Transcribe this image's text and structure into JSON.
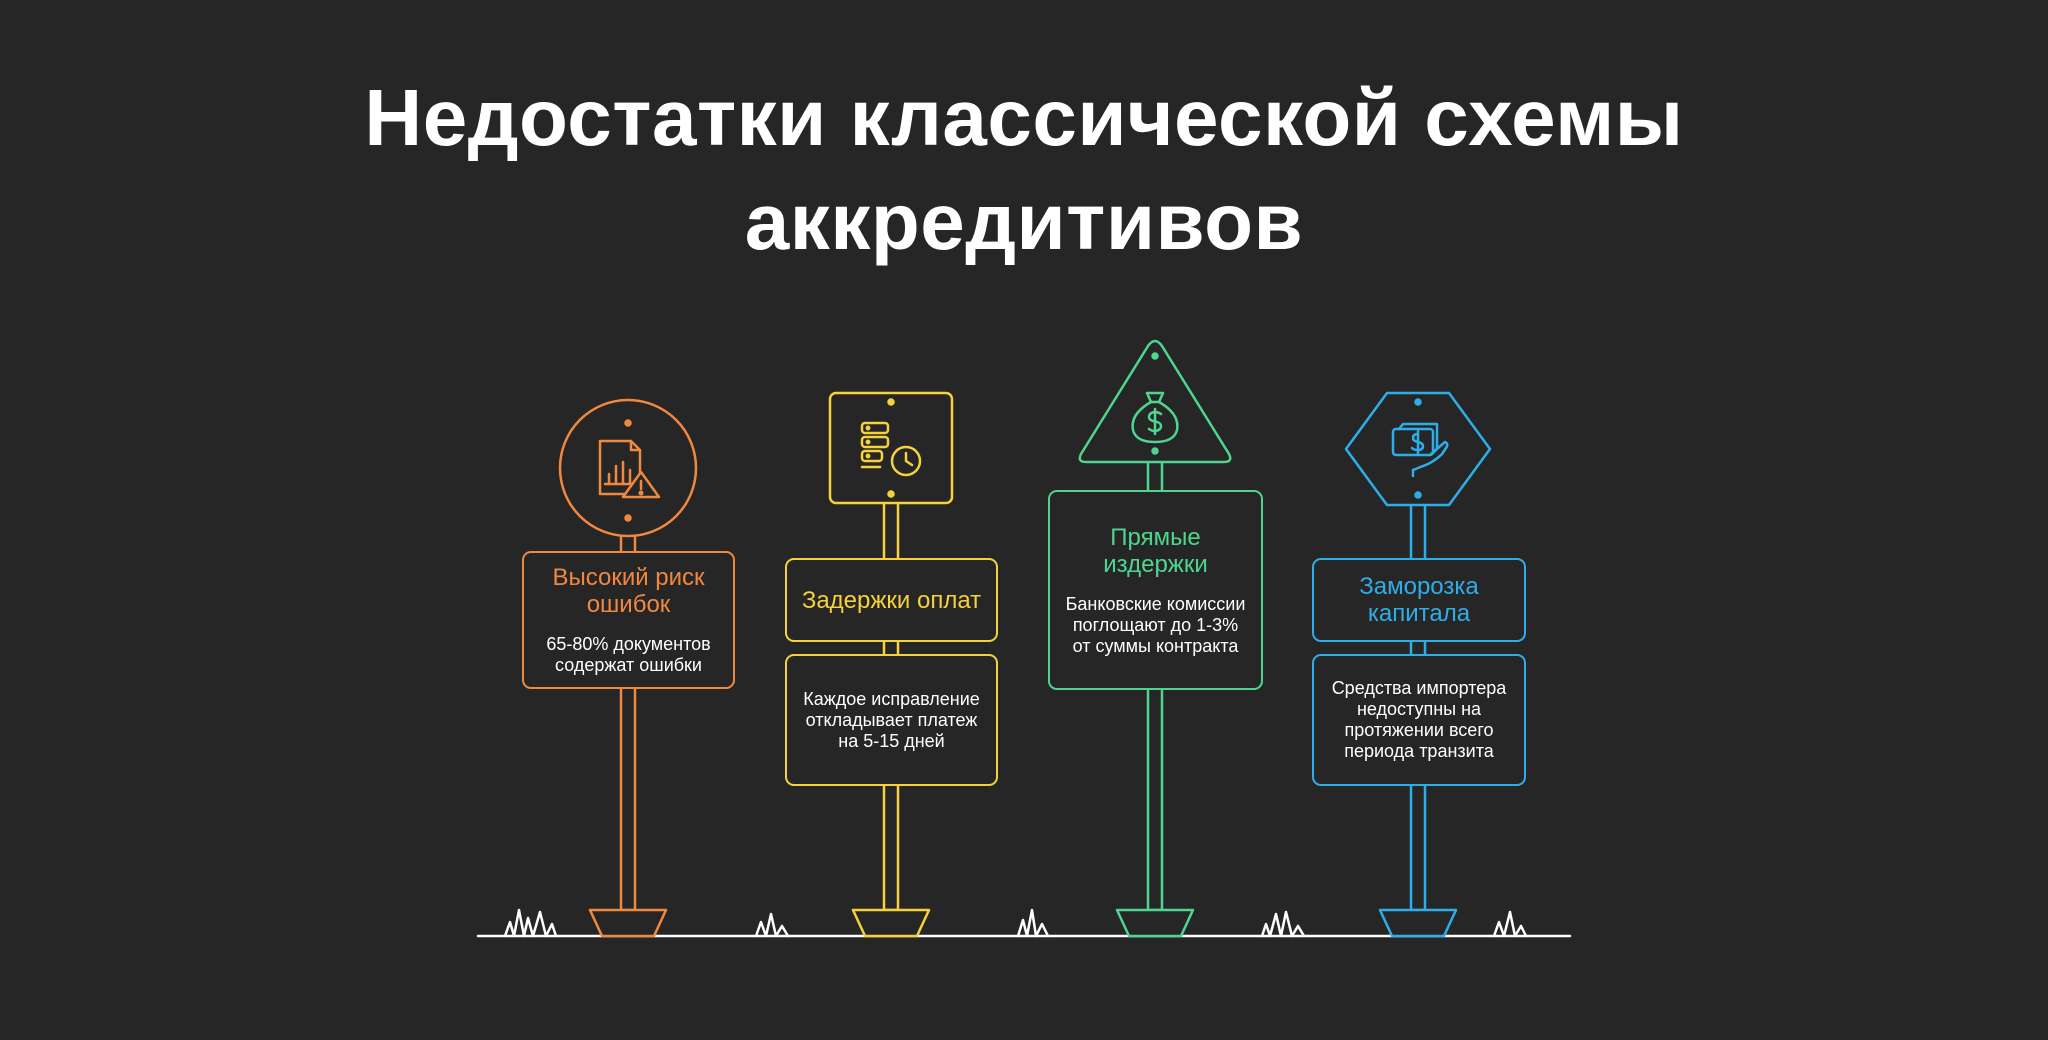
{
  "title": {
    "line1": "Недостатки классической схемы",
    "line2": "аккредитивов"
  },
  "signs": [
    {
      "title": "Высокий риск ошибок",
      "description": "65-80% документов содержат ошибки",
      "icon": "chart-document-warning-icon",
      "shape": "circle",
      "color": "#f0883e"
    },
    {
      "title": "Задержки оплат",
      "description": "Каждое исправление откладывает платеж на 5-15 дней",
      "icon": "server-clock-icon",
      "shape": "square",
      "color": "#f5d13b"
    },
    {
      "title": "Прямые издержки",
      "description": "Банковские комиссии поглощают до 1-3% от суммы контракта",
      "icon": "money-bag-icon",
      "shape": "triangle",
      "color": "#4ed68e"
    },
    {
      "title": "Заморозка капитала",
      "description": "Средства импортера недоступны на протяжении всего периода транзита",
      "icon": "cash-hand-icon",
      "shape": "hexagon",
      "color": "#2eaee9"
    }
  ]
}
